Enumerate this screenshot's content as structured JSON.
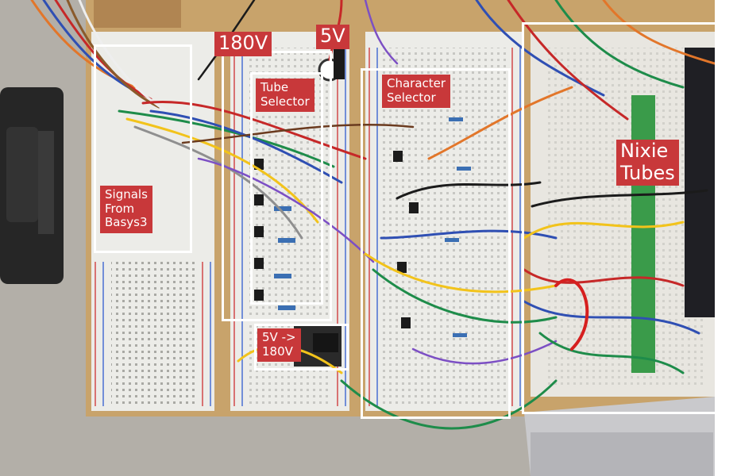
{
  "photo": {
    "subject": "breadboard-circuit",
    "colors": {
      "background_gray": "#b5b1aa",
      "wood": "#c9a46e",
      "breadboard": "#eeeeea",
      "annotation_box": "#ffffff",
      "label_fill": "#c8383a",
      "label_text": "#ffffff"
    }
  },
  "labels": {
    "signals": "Signals\nFrom\nBasys3",
    "v180": "180V",
    "v5": "5V",
    "tube_selector": "Tube\nSelector",
    "character_selector": "Character\nSelector",
    "nixie_tubes": "Nixie\nTubes",
    "converter": "5V ->\n180V"
  }
}
